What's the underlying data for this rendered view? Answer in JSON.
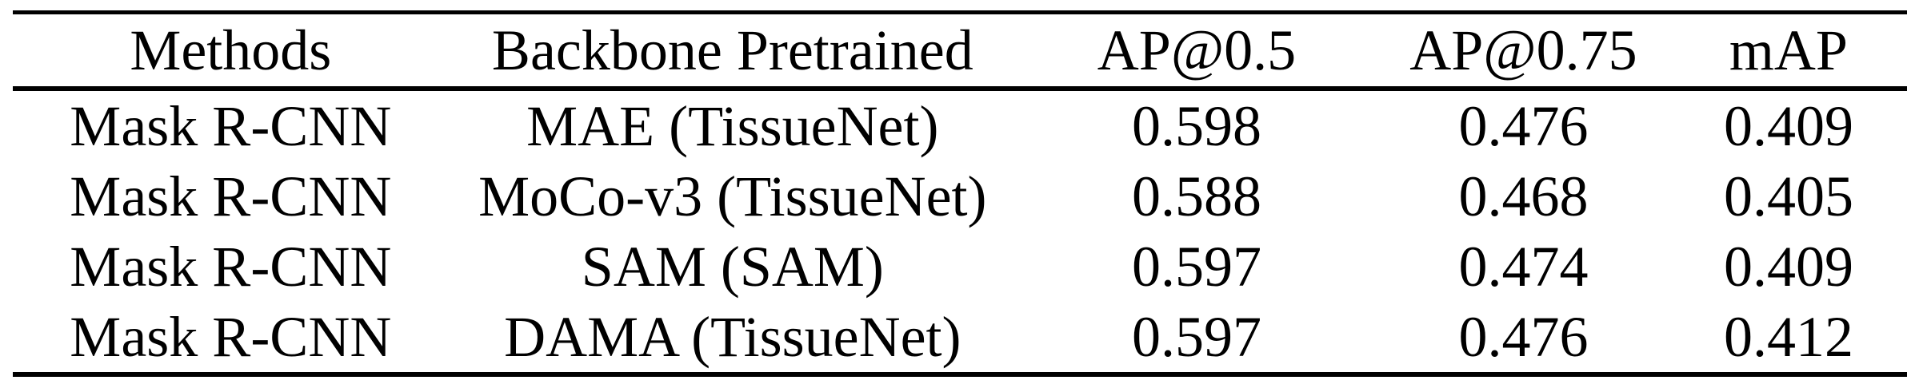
{
  "page": {
    "colors": {
      "text": "#000000",
      "background": "#ffffff",
      "rule": "#000000"
    }
  },
  "chart_data": {
    "type": "table",
    "columns": [
      "Methods",
      "Backbone Pretrained",
      "AP@0.5",
      "AP@0.75",
      "mAP"
    ],
    "rows": [
      [
        "Mask R-CNN",
        "MAE (TissueNet)",
        "0.598",
        "0.476",
        "0.409"
      ],
      [
        "Mask R-CNN",
        "MoCo-v3 (TissueNet)",
        "0.588",
        "0.468",
        "0.405"
      ],
      [
        "Mask R-CNN",
        "SAM (SAM)",
        "0.597",
        "0.474",
        "0.409"
      ],
      [
        "Mask R-CNN",
        "DAMA (TissueNet)",
        "0.597",
        "0.476",
        "0.412"
      ]
    ]
  }
}
